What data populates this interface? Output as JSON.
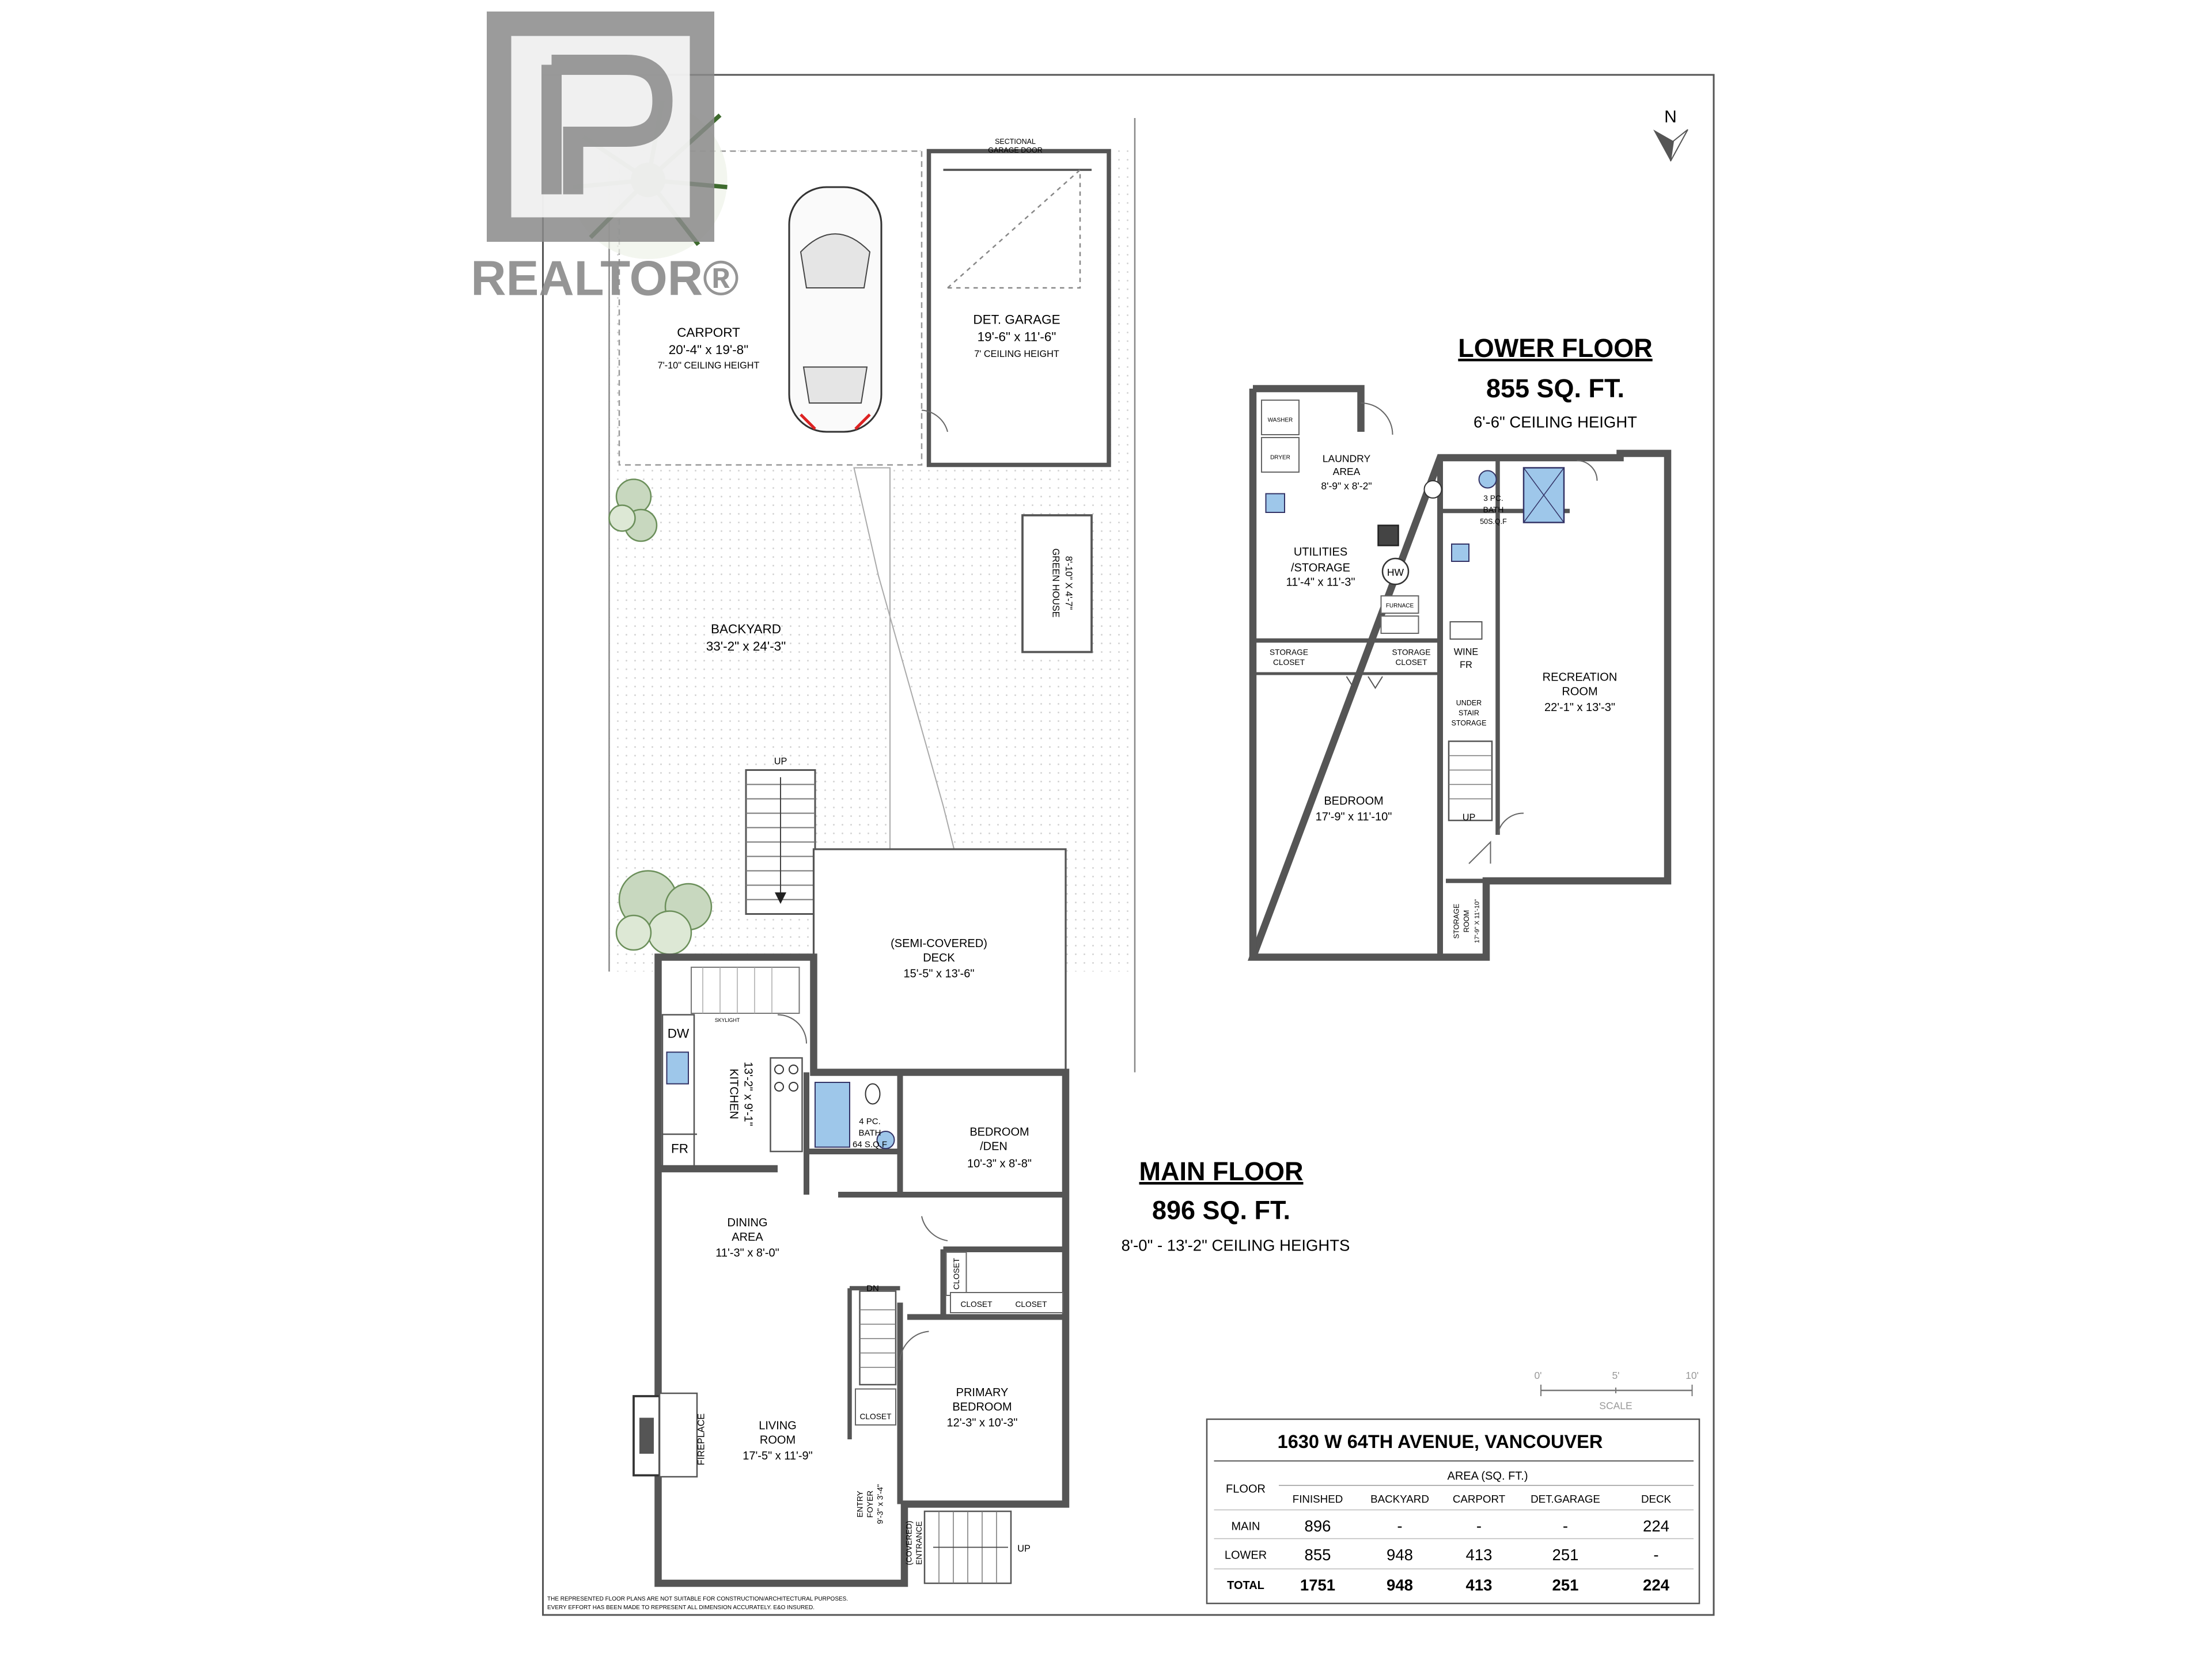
{
  "watermark": {
    "logo_text": "REALTOR®"
  },
  "compass": {
    "north": "N"
  },
  "site": {
    "carport": {
      "name": "CARPORT",
      "dims": "20'-4\" x 19'-8\"",
      "ceiling": "7'-10\" CEILING HEIGHT"
    },
    "garage": {
      "name": "DET. GARAGE",
      "dims": "19'-6\" x 11'-6\"",
      "ceiling": "7' CEILING HEIGHT",
      "door1": "SECTIONAL",
      "door2": "GARAGE DOOR"
    },
    "backyard": {
      "name": "BACKYARD",
      "dims": "33'-2\" x 24'-3\""
    },
    "greenhouse": {
      "name": "GREEN HOUSE",
      "dims": "8'-10\" X 4'-7\""
    },
    "up": "UP"
  },
  "main_floor": {
    "title": "MAIN FLOOR",
    "area": "896 SQ. FT.",
    "ceiling": "8'-0\" - 13'-2\" CEILING HEIGHTS",
    "deck": {
      "line1": "(SEMI-COVERED)",
      "line2": "DECK",
      "dims": "15'-5\" x 13'-6\""
    },
    "kitchen": {
      "name": "KITCHEN",
      "dims": "13'-2\" x 9'-1\""
    },
    "dw": "DW",
    "fr": "FR",
    "bath": {
      "line1": "4 PC.",
      "line2": "BATH",
      "line3": "64 S.Q.F"
    },
    "bedroom_den": {
      "line1": "BEDROOM",
      "line2": "/DEN",
      "dims": "10'-3\" x 8'-8\""
    },
    "dining": {
      "line1": "DINING",
      "line2": "AREA",
      "dims": "11'-3\" x 8'-0\""
    },
    "closet_v": "CLOSET",
    "closet1": "CLOSET",
    "closet2": "CLOSET",
    "dn": "DN",
    "closet_small": "CLOSET",
    "fireplace": "FIREPLACE",
    "living": {
      "line1": "LIVING",
      "line2": "ROOM",
      "dims": "17'-5\" x 11'-9\""
    },
    "primary": {
      "line1": "PRIMARY",
      "line2": "BEDROOM",
      "dims": "12'-3\" x 10'-3\""
    },
    "foyer": {
      "line1": "ENTRY",
      "line2": "FOYER",
      "dims": "9'-3\" x 3'-4\""
    },
    "entrance": {
      "line1": "(COVERED)",
      "line2": "ENTRANCE"
    },
    "up": "UP",
    "skylight": "SKYLIGHT"
  },
  "lower_floor": {
    "title": "LOWER FLOOR",
    "area": "855 SQ. FT.",
    "ceiling": "6'-6\" CEILING HEIGHT",
    "washer": "WASHER",
    "dryer": "DRYER",
    "laundry": {
      "line1": "LAUNDRY",
      "line2": "AREA",
      "dims": "8'-9\" x 8'-2\""
    },
    "bath": {
      "line1": "3 PC.",
      "line2": "BATH",
      "line3": "50S.Q.F"
    },
    "utilities": {
      "line1": "UTILITIES",
      "line2": "/STORAGE",
      "dims": "11'-4\" x 11'-3\""
    },
    "hw": "HW",
    "furnace": "FURNACE",
    "storage_closet1": {
      "line1": "STORAGE",
      "line2": "CLOSET"
    },
    "storage_closet2": {
      "line1": "STORAGE",
      "line2": "CLOSET"
    },
    "wine_fr": {
      "line1": "WINE",
      "line2": "FR"
    },
    "under_stair": {
      "line1": "UNDER",
      "line2": "STAIR",
      "line3": "STORAGE"
    },
    "recreation": {
      "line1": "RECREATION",
      "line2": "ROOM",
      "dims": "22'-1\" x 13'-3\""
    },
    "bedroom": {
      "line1": "BEDROOM",
      "dims": "17'-9\" x 11'-10\""
    },
    "up": "UP",
    "storage_room": {
      "line1": "STORAGE",
      "line2": "ROOM",
      "dims": "17'-9\" X 11'-10\""
    }
  },
  "scale": {
    "label": "SCALE",
    "ticks": [
      "0'",
      "5'",
      "10'"
    ]
  },
  "summary": {
    "address": "1630 W 64TH AVENUE, VANCOUVER",
    "floor_header": "FLOOR",
    "area_header": "AREA (SQ. FT.)",
    "columns": [
      "FINISHED",
      "BACKYARD",
      "CARPORT",
      "DET.GARAGE",
      "DECK"
    ],
    "rows": [
      {
        "label": "MAIN",
        "values": [
          "896",
          "-",
          "-",
          "-",
          "224"
        ]
      },
      {
        "label": "LOWER",
        "values": [
          "855",
          "948",
          "413",
          "251",
          "-"
        ]
      },
      {
        "label": "TOTAL",
        "values": [
          "1751",
          "948",
          "413",
          "251",
          "224"
        ]
      }
    ]
  },
  "disclaimer": {
    "line1": "THE REPRESENTED FLOOR PLANS ARE NOT SUITABLE FOR CONSTRUCTION/ARCHITECTURAL PURPOSES.",
    "line2": "EVERY EFFORT HAS BEEN MADE TO REPRESENT ALL DIMENSION ACCURATELY. E&O INSURED."
  }
}
